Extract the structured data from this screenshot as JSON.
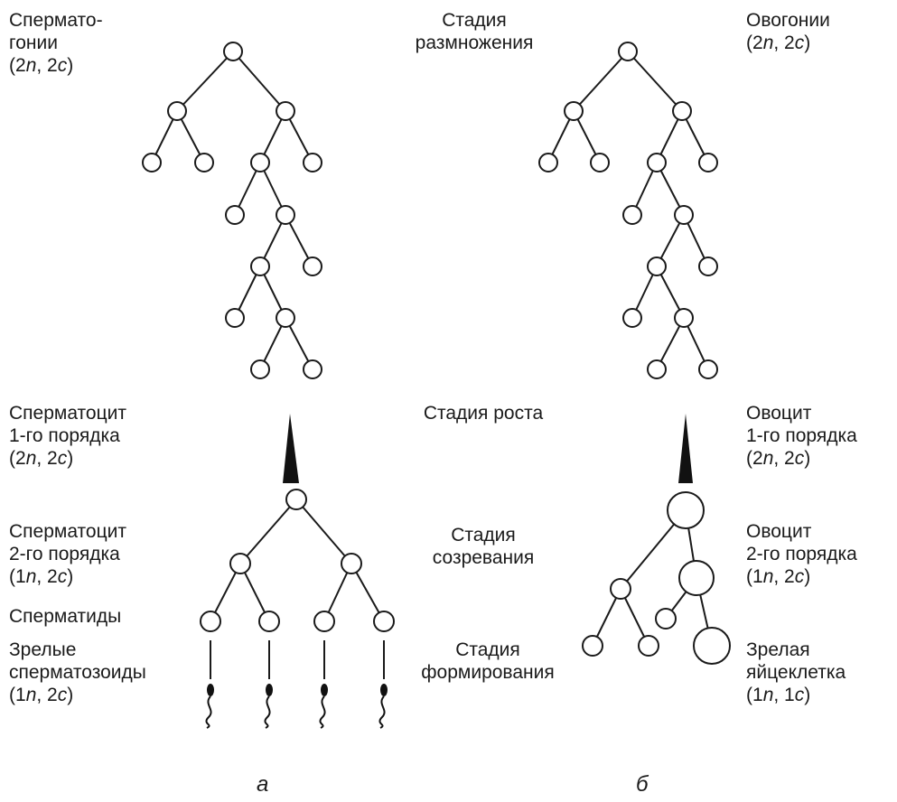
{
  "left_labels": {
    "spermatogonia": [
      "Сперма­то-",
      "гонии",
      "(2n, 2c)"
    ],
    "spermatocyte1": [
      "Сперматоцит",
      "1-го порядка",
      "(2n, 2c)"
    ],
    "spermatocyte2": [
      "Сперматоцит",
      "2-го порядка",
      "(1n, 2c)"
    ],
    "spermatids": [
      "Сперматиды"
    ],
    "mature_sperm": [
      "Зрелые",
      "сперматозоиды",
      "(1n, 2c)"
    ]
  },
  "center_labels": {
    "multiplication": [
      "Стадия",
      "размножения"
    ],
    "growth": [
      "Стадия роста"
    ],
    "maturation": [
      "Стадия",
      "созревания"
    ],
    "formation": [
      "Стадия",
      "формирования"
    ]
  },
  "right_labels": {
    "oogonia": [
      "Овогонии",
      "(2n, 2c)"
    ],
    "oocyte1": [
      "Овоцит",
      "1-го порядка",
      "(2n, 2c)"
    ],
    "oocyte2": [
      "Овоцит",
      "2-го порядка",
      "(1n, 2c)"
    ],
    "mature_egg": [
      "Зрелая",
      "яйцеклетка",
      "(1n, 1c)"
    ]
  },
  "sublabels": {
    "a": "а",
    "b": "б"
  }
}
